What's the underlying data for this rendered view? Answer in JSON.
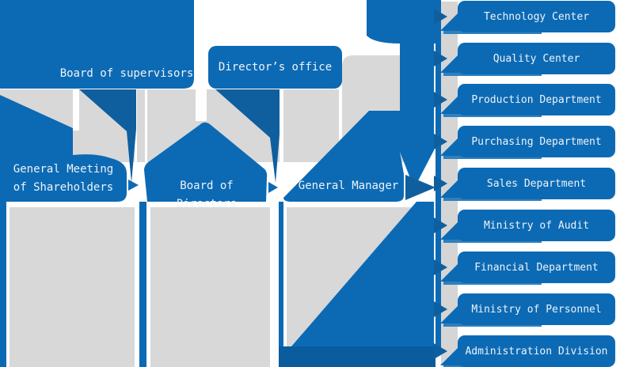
{
  "diagram": {
    "type": "org-chart",
    "nodes": {
      "board_of_supervisors": "Board of supervisors",
      "directors_office": "Director’s office",
      "general_meeting_of_shareholders": "General Meeting\nof Shareholders",
      "board_of_directors": "Board of Directors",
      "general_manager": "General Manager"
    },
    "departments": [
      {
        "label": "Technology Center"
      },
      {
        "label": "Quality Center"
      },
      {
        "label": "Production Department"
      },
      {
        "label": "Purchasing Department"
      },
      {
        "label": "Sales Department"
      },
      {
        "label": "Ministry of Audit"
      },
      {
        "label": "Financial Department"
      },
      {
        "label": "Ministry of Personnel"
      },
      {
        "label": "Administration Division"
      }
    ],
    "colors": {
      "primary_blue": "#0c6ab4",
      "accent_dark_blue": "#0f5f9f",
      "bottom_band_blue": "#0a5c9c",
      "ribbon_light_blue": "#2f80bf",
      "panel_gray": "#d8d8d8",
      "text_white": "#eef3f8"
    }
  }
}
